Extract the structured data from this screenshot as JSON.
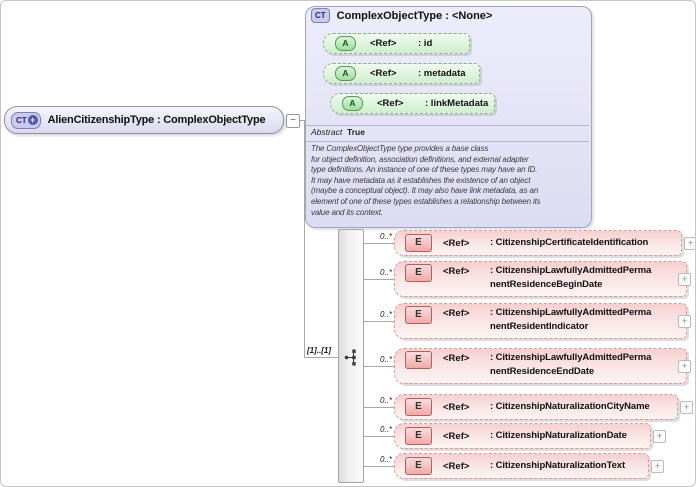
{
  "ui": {
    "expand_glyph": "+",
    "collapse_glyph": "−"
  },
  "root_node": {
    "badge": "CT",
    "title": "AlienCitizenshipType : ComplexObjectType"
  },
  "base_node": {
    "badge": "CT",
    "title": "ComplexObjectType : <None>",
    "attributes": [
      {
        "badge": "A",
        "ref": "<Ref>",
        "name": ": id"
      },
      {
        "badge": "A",
        "ref": "<Ref>",
        "name": ": metadata"
      },
      {
        "badge": "A",
        "ref": "<Ref>",
        "name": ": linkMetadata"
      }
    ],
    "abstract_label": "Abstract",
    "abstract_value": "True",
    "description": "The ComplexObjectType type provides a base class\nfor object definition, association definitions, and external adapter\ntype definitions. An instance of one of these types may have an ID.\nIt may have metadata as it establishes the existence of an object\n(maybe a conceptual object). It may also have link metadata, as an\nelement of one of these types establishes a relationship between its\nvalue and its context."
  },
  "sequence": {
    "cardinality": "[1]..[1]"
  },
  "elements": [
    {
      "badge": "E",
      "ref": "<Ref>",
      "name": ": CitizenshipCertificateIdentification",
      "cardinality": "0..*"
    },
    {
      "badge": "E",
      "ref": "<Ref>",
      "name": ": CitizenshipLawfullyAdmittedPerma\nnentResidenceBeginDate",
      "cardinality": "0..*"
    },
    {
      "badge": "E",
      "ref": "<Ref>",
      "name": ": CitizenshipLawfullyAdmittedPerma\nnentResidentIndicator",
      "cardinality": "0..*"
    },
    {
      "badge": "E",
      "ref": "<Ref>",
      "name": ": CitizenshipLawfullyAdmittedPerma\nnentResidenceEndDate",
      "cardinality": "0..*"
    },
    {
      "badge": "E",
      "ref": "<Ref>",
      "name": ": CitizenshipNaturalizationCityName",
      "cardinality": "0..*"
    },
    {
      "badge": "E",
      "ref": "<Ref>",
      "name": ": CitizenshipNaturalizationDate",
      "cardinality": "0..*"
    },
    {
      "badge": "E",
      "ref": "<Ref>",
      "name": ": CitizenshipNaturalizationText",
      "cardinality": "0..*"
    }
  ],
  "colors": {
    "type_purple_fill": "#cacaef",
    "attribute_green": "#9fdd9f",
    "element_pink": "#f3a9a9",
    "connector_gray": "#a9a9a9"
  }
}
